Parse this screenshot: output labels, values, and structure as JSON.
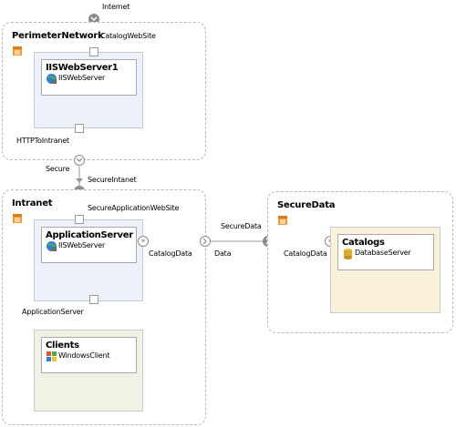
{
  "top": {
    "internet": "Internet"
  },
  "perimeter": {
    "title": "PerimeterNetwork",
    "endpoint_top": "CatalogWebSite",
    "endpoint_bottom": "HTTPToIntranet",
    "server": {
      "name": "IISWebServer1",
      "type": "IISWebServer"
    }
  },
  "connection": {
    "secure": "Secure",
    "secure_intanet": "SecureIntanet"
  },
  "intranet": {
    "title": "Intranet",
    "endpoint_top": "SecureApplicationWebSite",
    "endpoint_bottom": "ApplicationServer",
    "server": {
      "name": "ApplicationServer",
      "type": "IISWebServer"
    },
    "catalog_data": "CatalogData",
    "clients": {
      "name": "Clients",
      "type": "WindowsClient"
    }
  },
  "link": {
    "data": "Data",
    "securedata": "SecureData"
  },
  "secure_data": {
    "title": "SecureData",
    "catalog_data": "CatalogData",
    "catalogs": {
      "name": "Catalogs",
      "type": "DatabaseServer"
    }
  },
  "colors": {
    "server_fill": "#edf2fa",
    "client_fill": "#eef3e6",
    "database_fill": "#f9f1d9",
    "connector": "#8b8b8b",
    "zone_border": "#b9b9b9"
  },
  "icons": [
    "zone-icon",
    "globe-server-icon",
    "windows-client-icon",
    "database-icon",
    "port-icon",
    "connector-circle-icon"
  ]
}
